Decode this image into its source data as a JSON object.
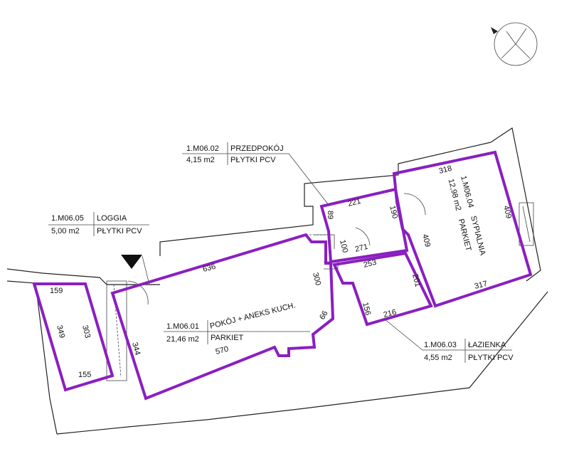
{
  "rooms": [
    {
      "code": "1.M06.01",
      "name": "POKÓJ + ANEKS KUCH.",
      "area": "21,46 m2",
      "finish": "PARKIET"
    },
    {
      "code": "1.M06.02",
      "name": "PRZEDPOKÓJ",
      "area": "4,15 m2",
      "finish": "PŁYTKI PCV"
    },
    {
      "code": "1.M06.03",
      "name": "ŁAZIENKA",
      "area": "4,55 m2",
      "finish": "PŁYTKI PCV"
    },
    {
      "code": "1.M06.04",
      "name": "SYPIALNIA",
      "area": "12,98 m2",
      "finish": "PARKIET"
    },
    {
      "code": "1.M06.05",
      "name": "LOGGIA",
      "area": "5,00 m2",
      "finish": "PŁYTKI PCV"
    }
  ],
  "dimensions": {
    "d636": "636",
    "d570": "570",
    "d344": "344",
    "d300": "300",
    "d66": "66",
    "d159": "159",
    "d155": "155",
    "d349": "349",
    "d303": "303",
    "d221": "221",
    "d89": "89",
    "d100": "100",
    "d190": "190",
    "d271": "271",
    "d253": "253",
    "d156": "156",
    "d216": "216",
    "d201": "201",
    "d318": "318",
    "d409a": "409",
    "d409b": "409",
    "d317": "317"
  },
  "colors": {
    "outline": "#8a1fc0",
    "walls": "#222222"
  },
  "icons": [
    "north-arrow-icon",
    "entrance-arrow-icon"
  ]
}
